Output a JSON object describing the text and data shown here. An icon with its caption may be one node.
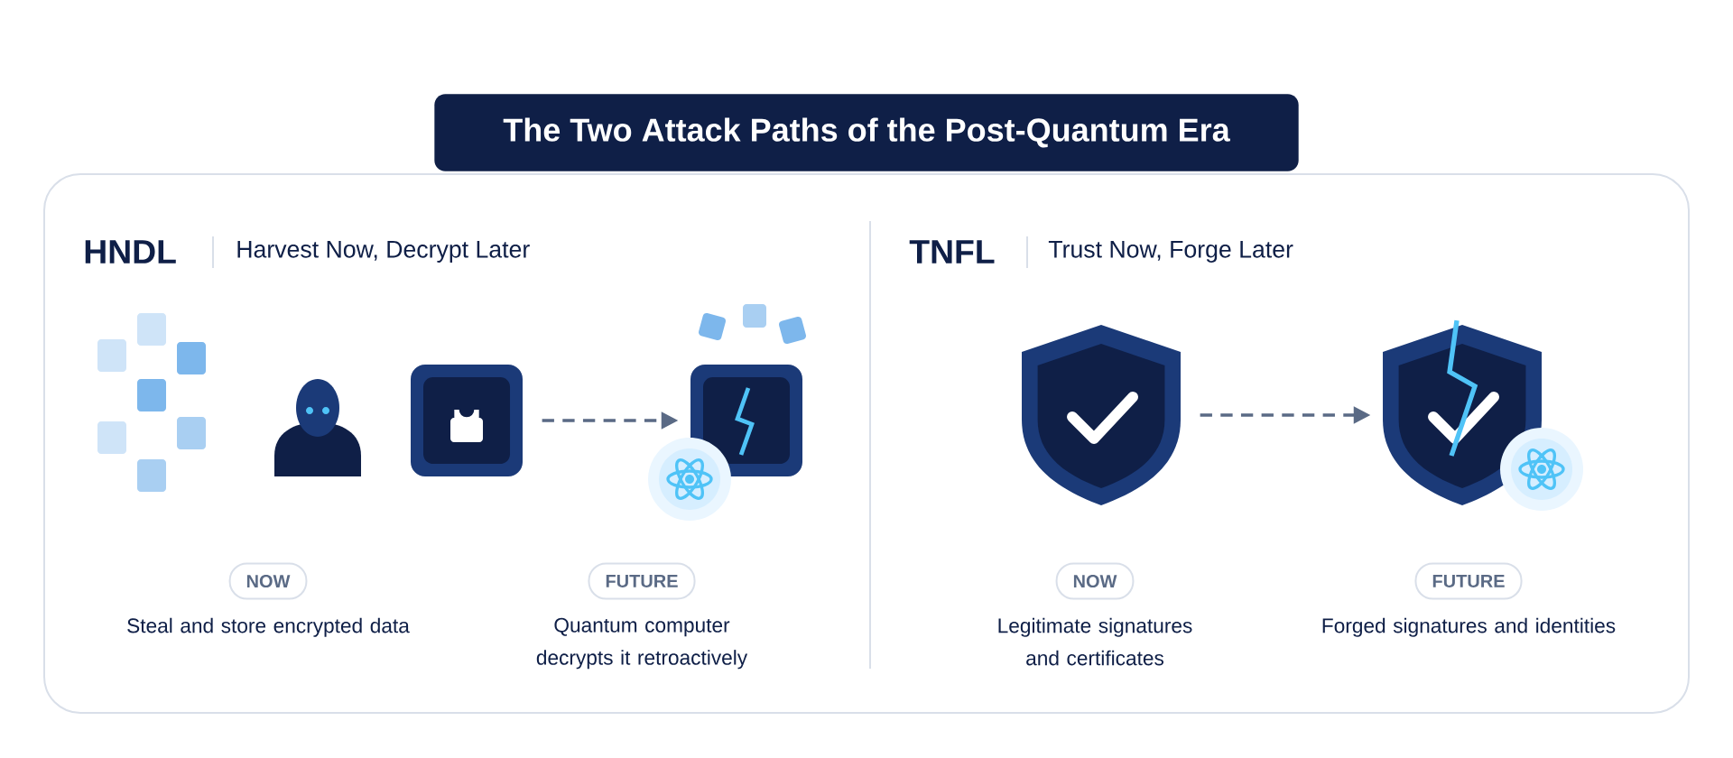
{
  "diagram": {
    "nodes": [
      {
        "text": [
          "The Two Attack Paths of the Post-Quantum Era"
        ]
      },
      {
        "text": [],
        "shape": "box"
      },
      {
        "text": [],
        "shape": "box"
      },
      {
        "text": [],
        "shape": "shield"
      },
      {
        "text": [],
        "shape": "shield"
      },
      {
        "text": [
          "NOW"
        ],
        "beside": [
          "Steal and store encrypted data"
        ]
      },
      {
        "text": [
          "FUTURE"
        ],
        "beside": [
          "Quantum computer decrypts it retroactively"
        ]
      },
      {
        "text": [
          "NOW"
        ],
        "beside": [
          "Legitimate signatures and certificates"
        ]
      },
      {
        "text": [
          "FUTURE"
        ],
        "beside": [
          "Forged signatures and identities"
        ]
      }
    ],
    "edges": [
      {
        "from": 1,
        "to": 2,
        "arrow": "to",
        "style": "dashed"
      },
      {
        "from": 3,
        "to": 4,
        "arrow": "to",
        "style": "dashed"
      }
    ],
    "labels": [
      "HNDL",
      "Harvest Now, Decrypt Later",
      "TNFL",
      "Trust Now, Forge Later"
    ]
  }
}
